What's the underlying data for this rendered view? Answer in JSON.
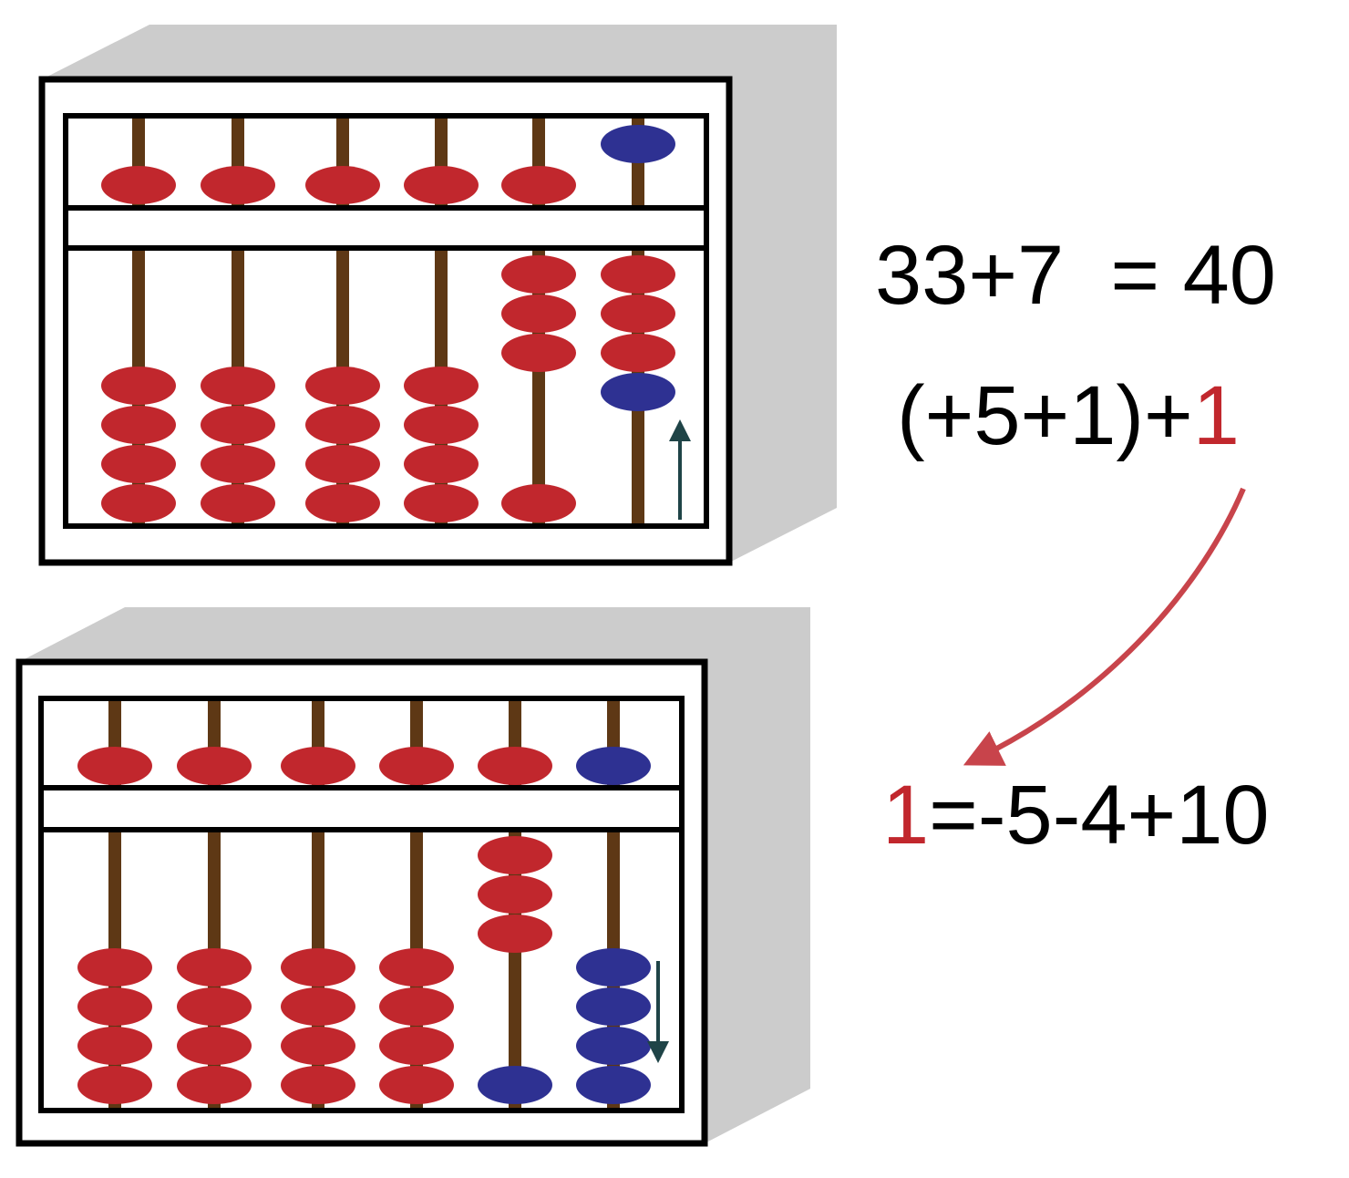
{
  "colors": {
    "frame": "#000000",
    "shadow": "#cccccc",
    "rod": "#5e3815",
    "bead_red": "#c1272d",
    "bead_blue": "#2e3192",
    "accent_red": "#c1272d",
    "move_arrow": "#1f4447",
    "curve_arrow": "#c8444b"
  },
  "abacus_top": {
    "heaven": [
      "red",
      "red",
      "red",
      "red",
      "red",
      "blue"
    ],
    "earth_up": [
      0,
      0,
      0,
      0,
      3,
      4
    ],
    "earth_down": [
      4,
      4,
      4,
      4,
      1,
      0
    ],
    "earth_colors": [
      [
        "red",
        "red",
        "red",
        "red"
      ],
      [
        "red",
        "red",
        "red",
        "red"
      ],
      [
        "red",
        "red",
        "red",
        "red"
      ],
      [
        "red",
        "red",
        "red",
        "red"
      ],
      [
        "red",
        "red",
        "red",
        "red"
      ],
      [
        "red",
        "red",
        "red",
        "blue"
      ]
    ],
    "move_arrow": "up"
  },
  "abacus_bottom": {
    "heaven": [
      "red",
      "red",
      "red",
      "red",
      "red",
      "blue"
    ],
    "earth_up": [
      0,
      0,
      0,
      0,
      3,
      0
    ],
    "earth_down": [
      4,
      4,
      4,
      4,
      1,
      4
    ],
    "earth_colors": [
      [
        "red",
        "red",
        "red",
        "red"
      ],
      [
        "red",
        "red",
        "red",
        "red"
      ],
      [
        "red",
        "red",
        "red",
        "red"
      ],
      [
        "red",
        "red",
        "red",
        "red"
      ],
      [
        "red",
        "red",
        "red",
        "blue"
      ],
      [
        "blue",
        "blue",
        "blue",
        "blue"
      ]
    ],
    "move_arrow": "down"
  },
  "equations": {
    "line1": "33+7  = 40",
    "line2_main": "(+5+1)+",
    "line2_red": "1",
    "line3_red": "1",
    "line3_main": "=-5-4+10"
  }
}
